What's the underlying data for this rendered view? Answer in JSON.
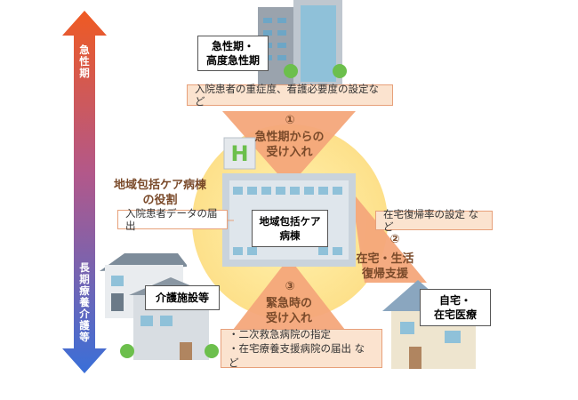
{
  "axis": {
    "top_label": "急性期",
    "bottom_label": "長期療養介護等"
  },
  "acute_hospital": {
    "label": "急性期・\n高度急性期"
  },
  "acute_note": "入院患者の重症度、看護必要度の設定など",
  "flow1": {
    "number": "①",
    "text": "急性期からの\n受け入れ"
  },
  "role_title": "地域包括ケア病棟\nの役割",
  "role_note": "入院患者データの届出",
  "center": {
    "label": "地域包括ケア\n病棟",
    "h_sign": "H"
  },
  "home_note": "在宅復帰率の設定 など",
  "flow2": {
    "number": "②",
    "text": "在宅・生活\n復帰支援"
  },
  "home": {
    "label": "自宅・\n在宅医療"
  },
  "care_facility": {
    "label": "介護施設等"
  },
  "flow3": {
    "number": "③",
    "text": "緊急時の\n受け入れ"
  },
  "emergency_note": "・二次救急病院の指定\n・在宅療養支援病院の届出 など",
  "colors": {
    "arrow_top": "#e85a2a",
    "arrow_bottom": "#4a6bd6",
    "funnel": "#f4a77a",
    "glow": "#fde28a"
  }
}
